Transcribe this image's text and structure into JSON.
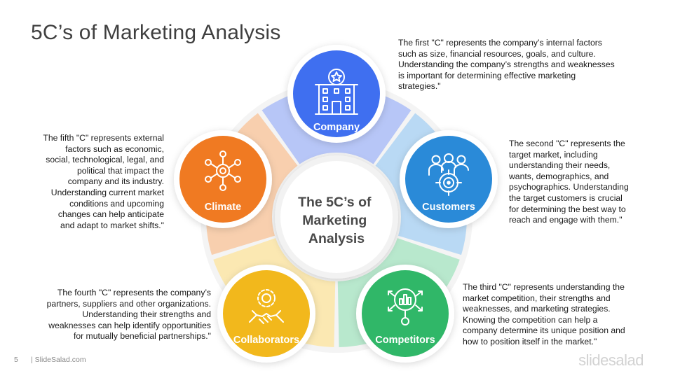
{
  "slide": {
    "title": "5C’s of Marketing Analysis",
    "center_label_lines": [
      "The 5C’s of",
      "Marketing",
      "Analysis"
    ],
    "page_number": "5",
    "footer_site": "| SlideSalad.com",
    "brand": "slidesalad"
  },
  "items": [
    {
      "label": "Company",
      "icon": "company-building-icon",
      "color": "#3f6ff0",
      "segment_color": "#b7c6f7",
      "description_lines": [
        "The first \"C\" represents the company’s internal factors",
        "such as size, financial resources, goals, and culture.",
        "Understanding the company’s strengths and weaknesses",
        "is important for determining effective marketing",
        "strategies.\""
      ]
    },
    {
      "label": "Customers",
      "icon": "customers-target-icon",
      "color": "#2a8ad8",
      "segment_color": "#b9d9f4",
      "description_lines": [
        "The second \"C\" represents the",
        "target market, including",
        "understanding their needs,",
        "wants, demographics, and",
        "psychographics. Understanding",
        "the target customers is crucial",
        "for determining the best way to",
        "reach and engage with them.\""
      ]
    },
    {
      "label": "Competitors",
      "icon": "competitors-analysis-icon",
      "color": "#30b768",
      "segment_color": "#b8e8cd",
      "description_lines": [
        "The third \"C\" represents understanding the",
        "market competition, their strengths and",
        "weaknesses, and marketing strategies.",
        "Knowing the competition can help a",
        "company determine its unique position and",
        "how to position itself in the market.\""
      ]
    },
    {
      "label": "Collaborators",
      "icon": "collaborators-handshake-icon",
      "color": "#f2b81c",
      "segment_color": "#fbe8b2",
      "description_lines": [
        "The fourth \"C\" represents the company’s",
        "partners, suppliers and other organizations.",
        "Understanding their strengths and",
        "weaknesses can help identify opportunities",
        "for mutually beneficial partnerships.\""
      ]
    },
    {
      "label": "Climate",
      "icon": "climate-network-icon",
      "color": "#f07a22",
      "segment_color": "#f8cfae",
      "description_lines": [
        "The fifth \"C\" represents external",
        "factors such as economic,",
        "social, technological, legal, and",
        "political that impact the",
        "company and its industry.",
        "Understanding current market",
        "conditions and upcoming",
        "changes can help anticipate",
        "and adapt to market shifts.\""
      ]
    }
  ]
}
